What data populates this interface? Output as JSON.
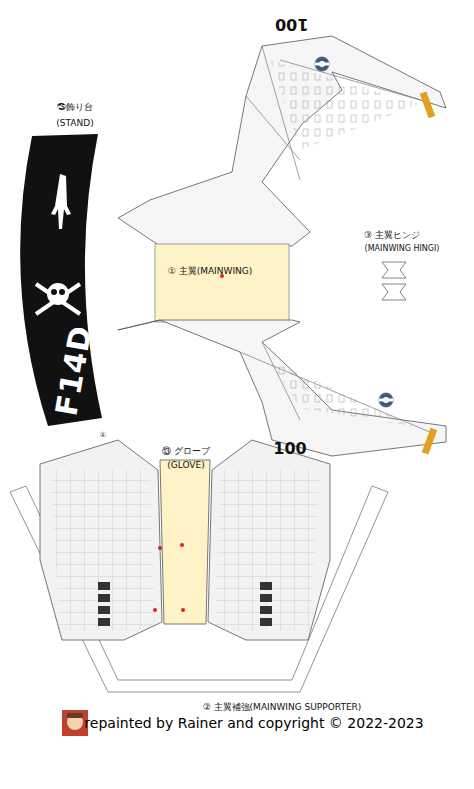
{
  "diagram": {
    "nodes": [
      {
        "text": [
          "F14D"
        ]
      }
    ],
    "labels": [
      "㉕飾り台",
      "(STAND)",
      "① 主翼(MAINWING)",
      "③ 主翼ヒンジ",
      "(MAINWING HINGI)",
      "100",
      "100",
      "①",
      "⑬ グローブ",
      "(GLOVE)",
      "② 主翼補強(MAINWING SUPPORTER)",
      "repainted by Rainer and copyright © 2022-2023"
    ]
  }
}
